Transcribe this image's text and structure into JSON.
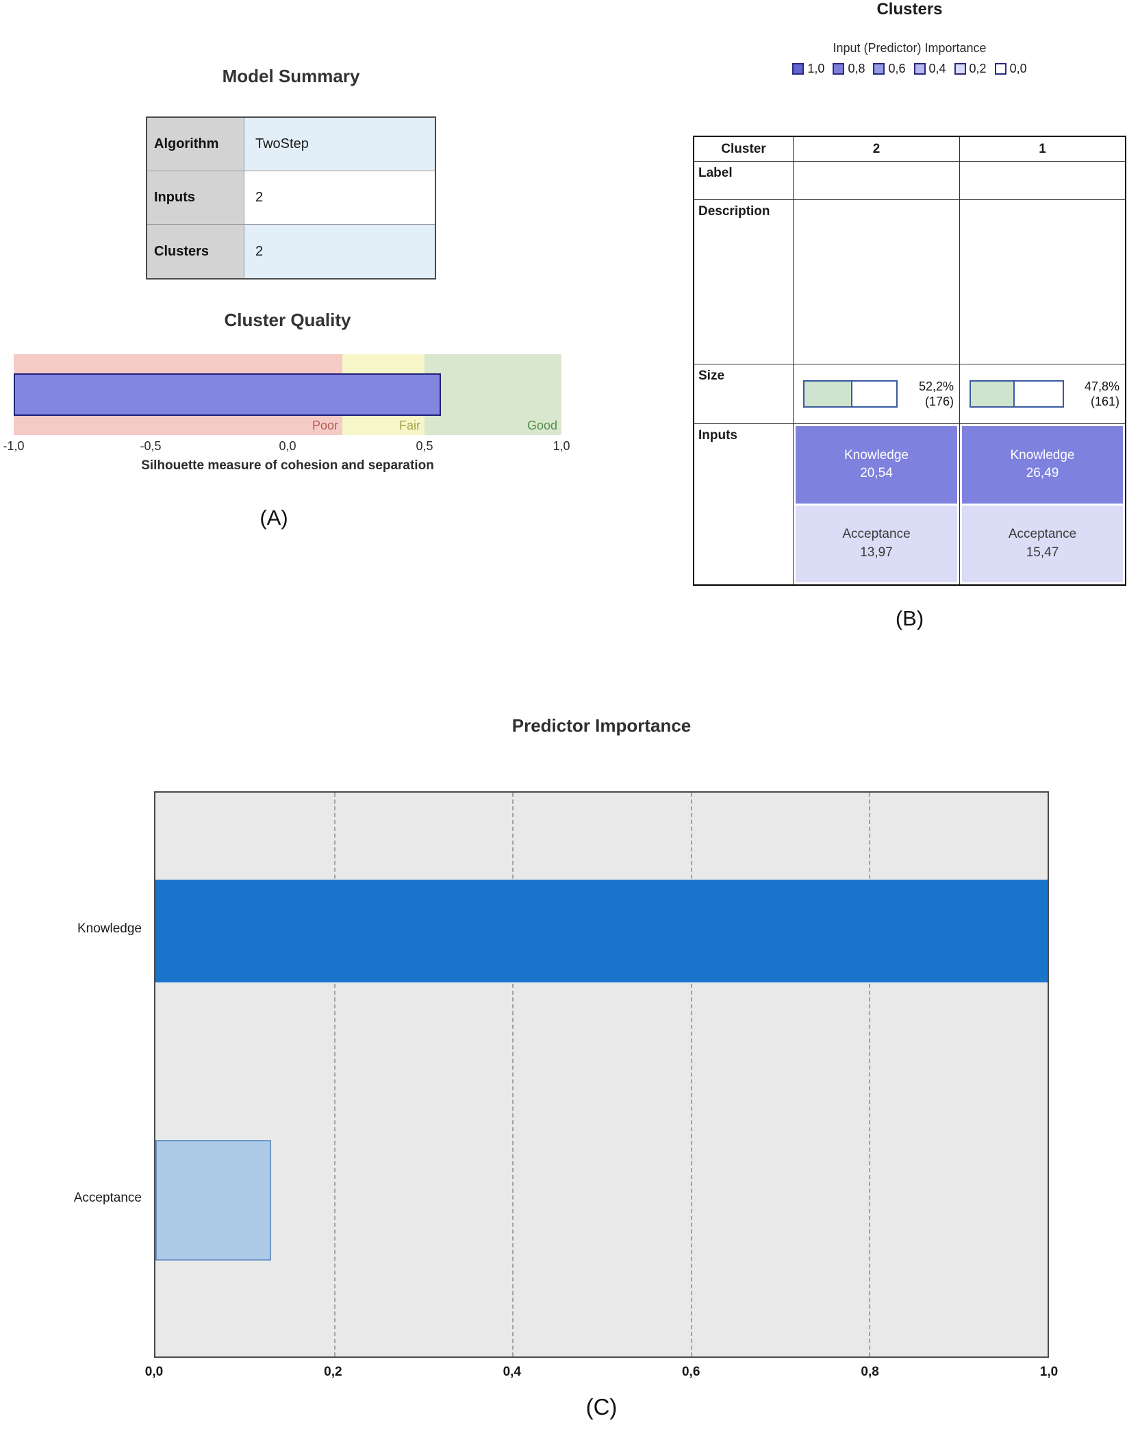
{
  "captions": {
    "a": "(A)",
    "b": "(B)",
    "c": "(C)"
  },
  "chart_data": [
    {
      "id": "model_summary",
      "type": "table",
      "title": "Model Summary",
      "rows": [
        {
          "label": "Algorithm",
          "value": "TwoStep"
        },
        {
          "label": "Inputs",
          "value": "2"
        },
        {
          "label": "Clusters",
          "value": "2"
        }
      ],
      "label_bg": "#d3d3d3",
      "zebra": [
        "#e2eff9",
        "#ffffff"
      ]
    },
    {
      "id": "cluster_quality",
      "type": "bar",
      "title": "Cluster Quality",
      "xlabel": "Silhouette measure of cohesion and separation",
      "xlim": [
        -1,
        1
      ],
      "xticks": [
        "-1,0",
        "-0,5",
        "0,0",
        "0,5",
        "1,0"
      ],
      "value": 0.56,
      "bar_color": "#8286e0",
      "zones": [
        {
          "label": "Poor",
          "from": -1.0,
          "to": 0.2,
          "color": "#f5cbc6",
          "label_color": "#b05f52"
        },
        {
          "label": "Fair",
          "from": 0.2,
          "to": 0.5,
          "color": "#f6f6c9",
          "label_color": "#a3a04a"
        },
        {
          "label": "Good",
          "from": 0.5,
          "to": 1.0,
          "color": "#d8e7cd",
          "label_color": "#53904f"
        }
      ]
    },
    {
      "id": "clusters",
      "type": "table",
      "title": "Clusters",
      "legend_title": "Input (Predictor) Importance",
      "legend": [
        {
          "label": "1,0",
          "color": "#6366cf"
        },
        {
          "label": "0,8",
          "color": "#7b7eda"
        },
        {
          "label": "0,6",
          "color": "#9799e4"
        },
        {
          "label": "0,4",
          "color": "#b6b7ee"
        },
        {
          "label": "0,2",
          "color": "#d9daf6"
        },
        {
          "label": "0,0",
          "color": "#ffffff"
        }
      ],
      "header_label": "Cluster",
      "columns": [
        "2",
        "1"
      ],
      "row_labels": {
        "label": "Label",
        "description": "Description",
        "size": "Size",
        "inputs": "Inputs"
      },
      "size_bar_fill": "#cfe4cf",
      "clusters": [
        {
          "size_percent": "52,2%",
          "size_count": "(176)",
          "size_fraction": 0.522,
          "inputs": [
            {
              "name": "Knowledge",
              "value": "20,54",
              "color": "#7e81de",
              "text_color": "#ffffff"
            },
            {
              "name": "Acceptance",
              "value": "13,97",
              "color": "#dbdcf6",
              "text_color": "#3a3a3a"
            }
          ]
        },
        {
          "size_percent": "47,8%",
          "size_count": "(161)",
          "size_fraction": 0.478,
          "inputs": [
            {
              "name": "Knowledge",
              "value": "26,49",
              "color": "#7e81de",
              "text_color": "#ffffff"
            },
            {
              "name": "Acceptance",
              "value": "15,47",
              "color": "#dbdcf6",
              "text_color": "#3a3a3a"
            }
          ]
        }
      ]
    },
    {
      "id": "predictor_importance",
      "type": "bar",
      "orientation": "horizontal",
      "title": "Predictor Importance",
      "categories": [
        "Knowledge",
        "Acceptance"
      ],
      "values": [
        1.0,
        0.13
      ],
      "xlim": [
        0,
        1
      ],
      "xticks": [
        "0,0",
        "0,2",
        "0,4",
        "0,6",
        "0,8",
        "1,0"
      ],
      "gridline_fractions": [
        0.2,
        0.4,
        0.6,
        0.8
      ],
      "bar_colors": [
        "#1a74cc",
        "#adcbe8"
      ],
      "bar_borders": [
        "#1a74cc",
        "#6d96c6"
      ],
      "plot_bg": "#e9e9e9"
    }
  ]
}
